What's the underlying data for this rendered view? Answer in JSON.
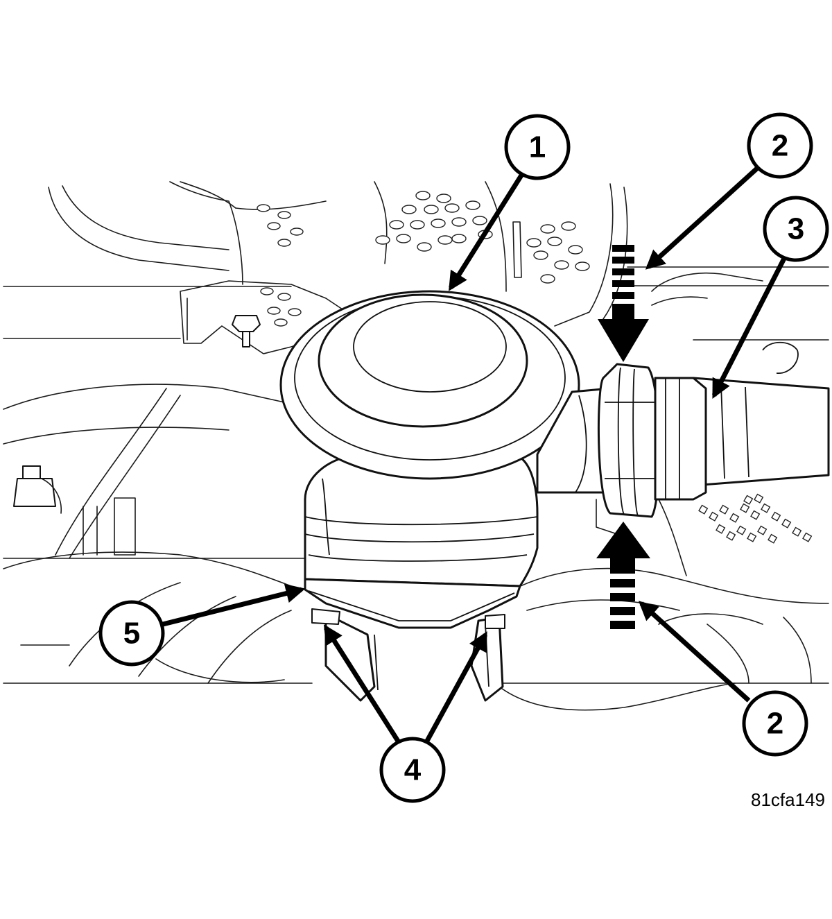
{
  "figure_id": "81cfa149",
  "colors": {
    "line": "#000000",
    "background": "#ffffff"
  },
  "callouts": [
    {
      "id": "callout-1",
      "label": "1"
    },
    {
      "id": "callout-2-top",
      "label": "2"
    },
    {
      "id": "callout-3",
      "label": "3"
    },
    {
      "id": "callout-2-bottom",
      "label": "2"
    },
    {
      "id": "callout-4",
      "label": "4"
    },
    {
      "id": "callout-5",
      "label": "5"
    }
  ]
}
